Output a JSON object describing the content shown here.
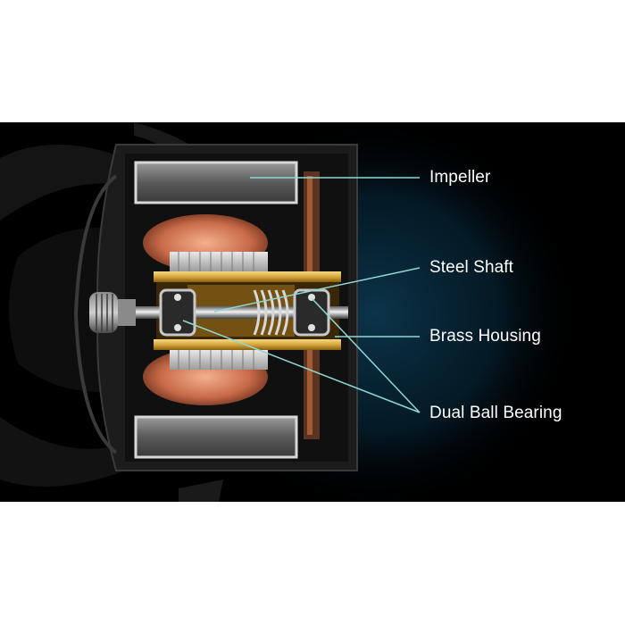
{
  "callouts": {
    "impeller": "Impeller",
    "steel_shaft": "Steel Shaft",
    "brass_housing": "Brass Housing",
    "dual_ball_bearing": "Dual Ball Bearing"
  },
  "colors": {
    "background": "#000000",
    "leader_line": "#8fd8d2",
    "brass": "#e0b040",
    "copper_coil": "#d4785a",
    "magnet": "#6b6b6b",
    "glow": "#0d3a52"
  }
}
